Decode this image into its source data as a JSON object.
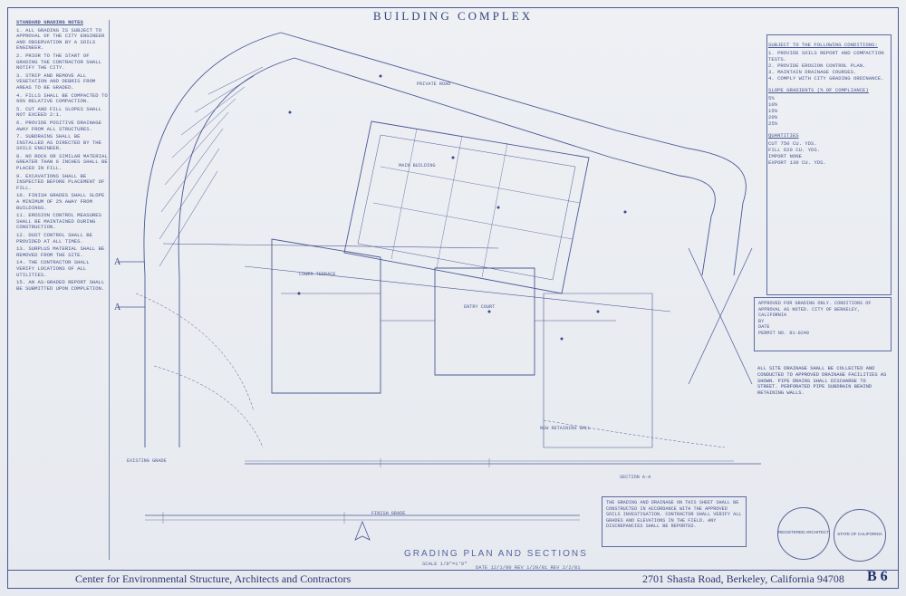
{
  "sheet": {
    "title": "BUILDING COMPLEX",
    "drawing_title": "GRADING PLAN AND SECTIONS",
    "scale": "SCALE 1/8\"=1'0\"",
    "date_note": "DATE 12/1/80  REV 1/20/81  REV 2/2/81",
    "firm": "Center for Environmental Structure, Architects and Contractors",
    "address": "2701 Shasta Road, Berkeley, California 94708",
    "sheet_number": "B 6"
  },
  "notes": {
    "heading": "STANDARD GRADING NOTES",
    "items": [
      "1. ALL GRADING IS SUBJECT TO APPROVAL OF THE CITY ENGINEER AND OBSERVATION BY A SOILS ENGINEER.",
      "2. PRIOR TO THE START OF GRADING THE CONTRACTOR SHALL NOTIFY THE CITY.",
      "3. STRIP AND REMOVE ALL VEGETATION AND DEBRIS FROM AREAS TO BE GRADED.",
      "4. FILLS SHALL BE COMPACTED TO 90% RELATIVE COMPACTION.",
      "5. CUT AND FILL SLOPES SHALL NOT EXCEED 2:1.",
      "6. PROVIDE POSITIVE DRAINAGE AWAY FROM ALL STRUCTURES.",
      "7. SUBDRAINS SHALL BE INSTALLED AS DIRECTED BY THE SOILS ENGINEER.",
      "8. NO ROCK OR SIMILAR MATERIAL GREATER THAN 6 INCHES SHALL BE PLACED IN FILL.",
      "9. EXCAVATIONS SHALL BE INSPECTED BEFORE PLACEMENT OF FILL.",
      "10. FINISH GRADES SHALL SLOPE A MINIMUM OF 2% AWAY FROM BUILDINGS.",
      "11. EROSION CONTROL MEASURES SHALL BE MAINTAINED DURING CONSTRUCTION.",
      "12. DUST CONTROL SHALL BE PROVIDED AT ALL TIMES.",
      "13. SURPLUS MATERIAL SHALL BE REMOVED FROM THE SITE.",
      "14. THE CONTRACTOR SHALL VERIFY LOCATIONS OF ALL UTILITIES.",
      "15. AN AS-GRADED REPORT SHALL BE SUBMITTED UPON COMPLETION."
    ]
  },
  "right_panel": {
    "heading1": "SUBJECT TO THE FOLLOWING CONDITIONS:",
    "conditions": [
      "1. PROVIDE SOILS REPORT AND COMPACTION TESTS.",
      "2. PROVIDE EROSION CONTROL PLAN.",
      "3. MAINTAIN DRAINAGE COURSES.",
      "4. COMPLY WITH CITY GRADING ORDINANCE."
    ],
    "heading2": "SLOPE GRADIENTS (% OF COMPLIANCE)",
    "slope_rows": [
      "5%",
      "10%",
      "15%",
      "20%",
      "25%"
    ],
    "heading3": "QUANTITIES",
    "quantities": [
      "CUT  750 CU. YDS.",
      "FILL  620 CU. YDS.",
      "IMPORT  NONE",
      "EXPORT  130 CU. YDS."
    ]
  },
  "approval": {
    "text": "APPROVED FOR GRADING ONLY. CONDITIONS OF APPROVAL AS NOTED. CITY OF BERKELEY, CALIFORNIA",
    "by": "BY",
    "date": "DATE",
    "permit": "PERMIT NO. 81-0240"
  },
  "spec_note": "ALL SITE DRAINAGE SHALL BE COLLECTED AND CONDUCTED TO APPROVED DRAINAGE FACILITIES AS SHOWN. PIPE DRAINS SHALL DISCHARGE TO STREET. PERFORATED PIPE SUBDRAIN BEHIND RETAINING WALLS.",
  "note_box": "THE GRADING AND DRAINAGE ON THIS SHEET SHALL BE CONSTRUCTED IN ACCORDANCE WITH THE APPROVED SOILS INVESTIGATION. CONTRACTOR SHALL VERIFY ALL GRADES AND ELEVATIONS IN THE FIELD. ANY DISCREPANCIES SHALL BE REPORTED.",
  "plan_labels": {
    "main_building": "MAIN BUILDING",
    "entry_court": "ENTRY COURT",
    "lower_terrace": "LOWER TERRACE",
    "road": "PRIVATE ROAD",
    "section_a": "A",
    "new_retaining_wall": "NEW RETAINING WALL",
    "existing_grade": "EXISTING GRADE",
    "finish_grade": "FINISH GRADE",
    "section_1": "SECTION A-A",
    "north": "N"
  },
  "stamps": {
    "left": "REGISTERED ARCHITECT",
    "right": "STATE OF CALIFORNIA"
  }
}
